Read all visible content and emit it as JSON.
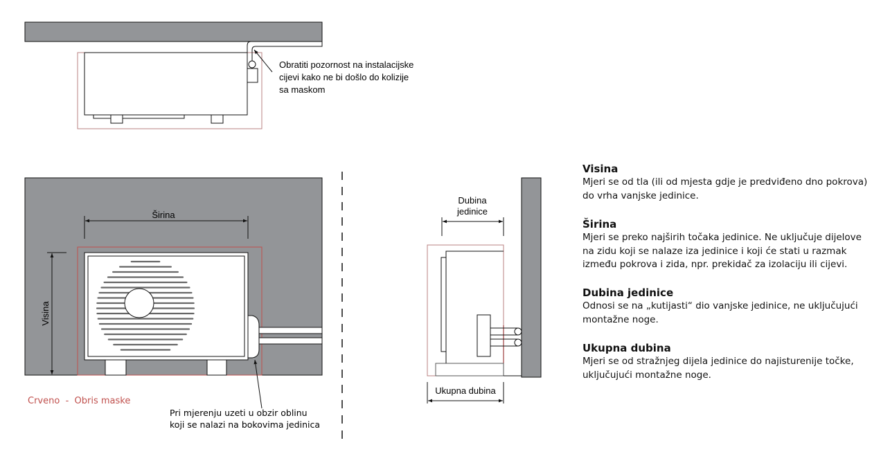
{
  "colors": {
    "wall": "#939598",
    "mask": "#c0504d",
    "line": "#111111"
  },
  "top_view": {
    "note_lines": [
      "Obratiti pozornost na instalacijske",
      "cijevi kako ne bi došlo do kolizije",
      "sa maskom"
    ]
  },
  "front_view": {
    "width_label": "Širina",
    "height_label": "Visina",
    "legend": "Crveno  -  Obris maske",
    "note_lines": [
      "Pri mjerenju uzeti u obzir oblinu",
      "koji se nalazi na bokovima jedinica"
    ]
  },
  "side_view": {
    "unit_depth_label_lines": [
      "Dubina",
      "jedinice"
    ],
    "total_depth_label": "Ukupna dubina"
  },
  "definitions": [
    {
      "title": "Visina",
      "text": "Mjeri se od tla (ili od mjesta gdje je predviđeno dno pokrova) do vrha vanjske jedinice."
    },
    {
      "title": "Širina",
      "text": "Mjeri se preko najširih točaka jedinice. Ne uključuje dijelove na zidu koji se nalaze iza jedinice i koji će stati u razmak između pokrova i zida, npr. prekidač za izolaciju ili cijevi."
    },
    {
      "title": "Dubina jedinice",
      "text": "Odnosi se na „kutijasti“ dio vanjske jedinice, ne uključujući montažne noge."
    },
    {
      "title": "Ukupna dubina",
      "text": "Mjeri se od stražnjeg dijela jedinice do najisturenije točke, uključujući montažne noge."
    }
  ]
}
